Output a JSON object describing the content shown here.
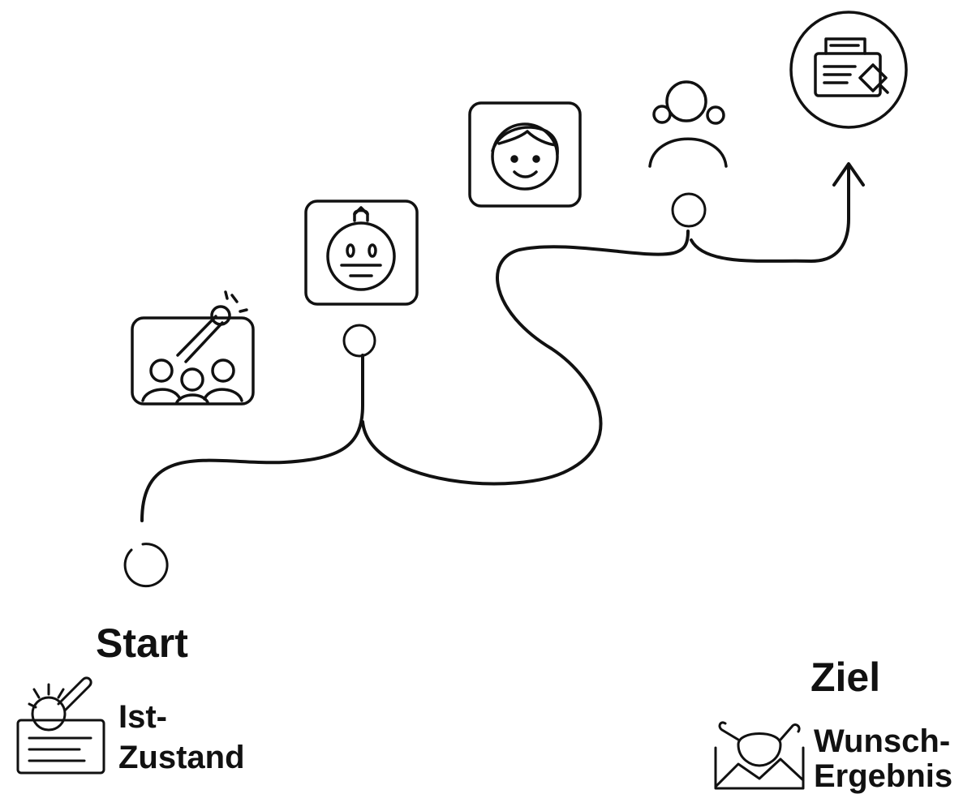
{
  "start": {
    "title": "Start",
    "line1": "Ist-",
    "line2": "Zustand"
  },
  "goal": {
    "title": "Ziel",
    "line1": "Wunsch-",
    "line2": "Ergebnis"
  },
  "icons": {
    "start_marker": "circle-node-icon",
    "start_state": "ist-zustand-icon",
    "team_meeting": "team-with-wrench-icon",
    "neutral_face": "neutral-face-icon",
    "smiling_face": "smiling-face-icon",
    "group": "group-of-people-icon",
    "goal_result": "document-in-circle-icon",
    "goal_state": "wunsch-ergebnis-icon"
  },
  "colors": {
    "stroke": "#111111",
    "background": "#ffffff"
  }
}
